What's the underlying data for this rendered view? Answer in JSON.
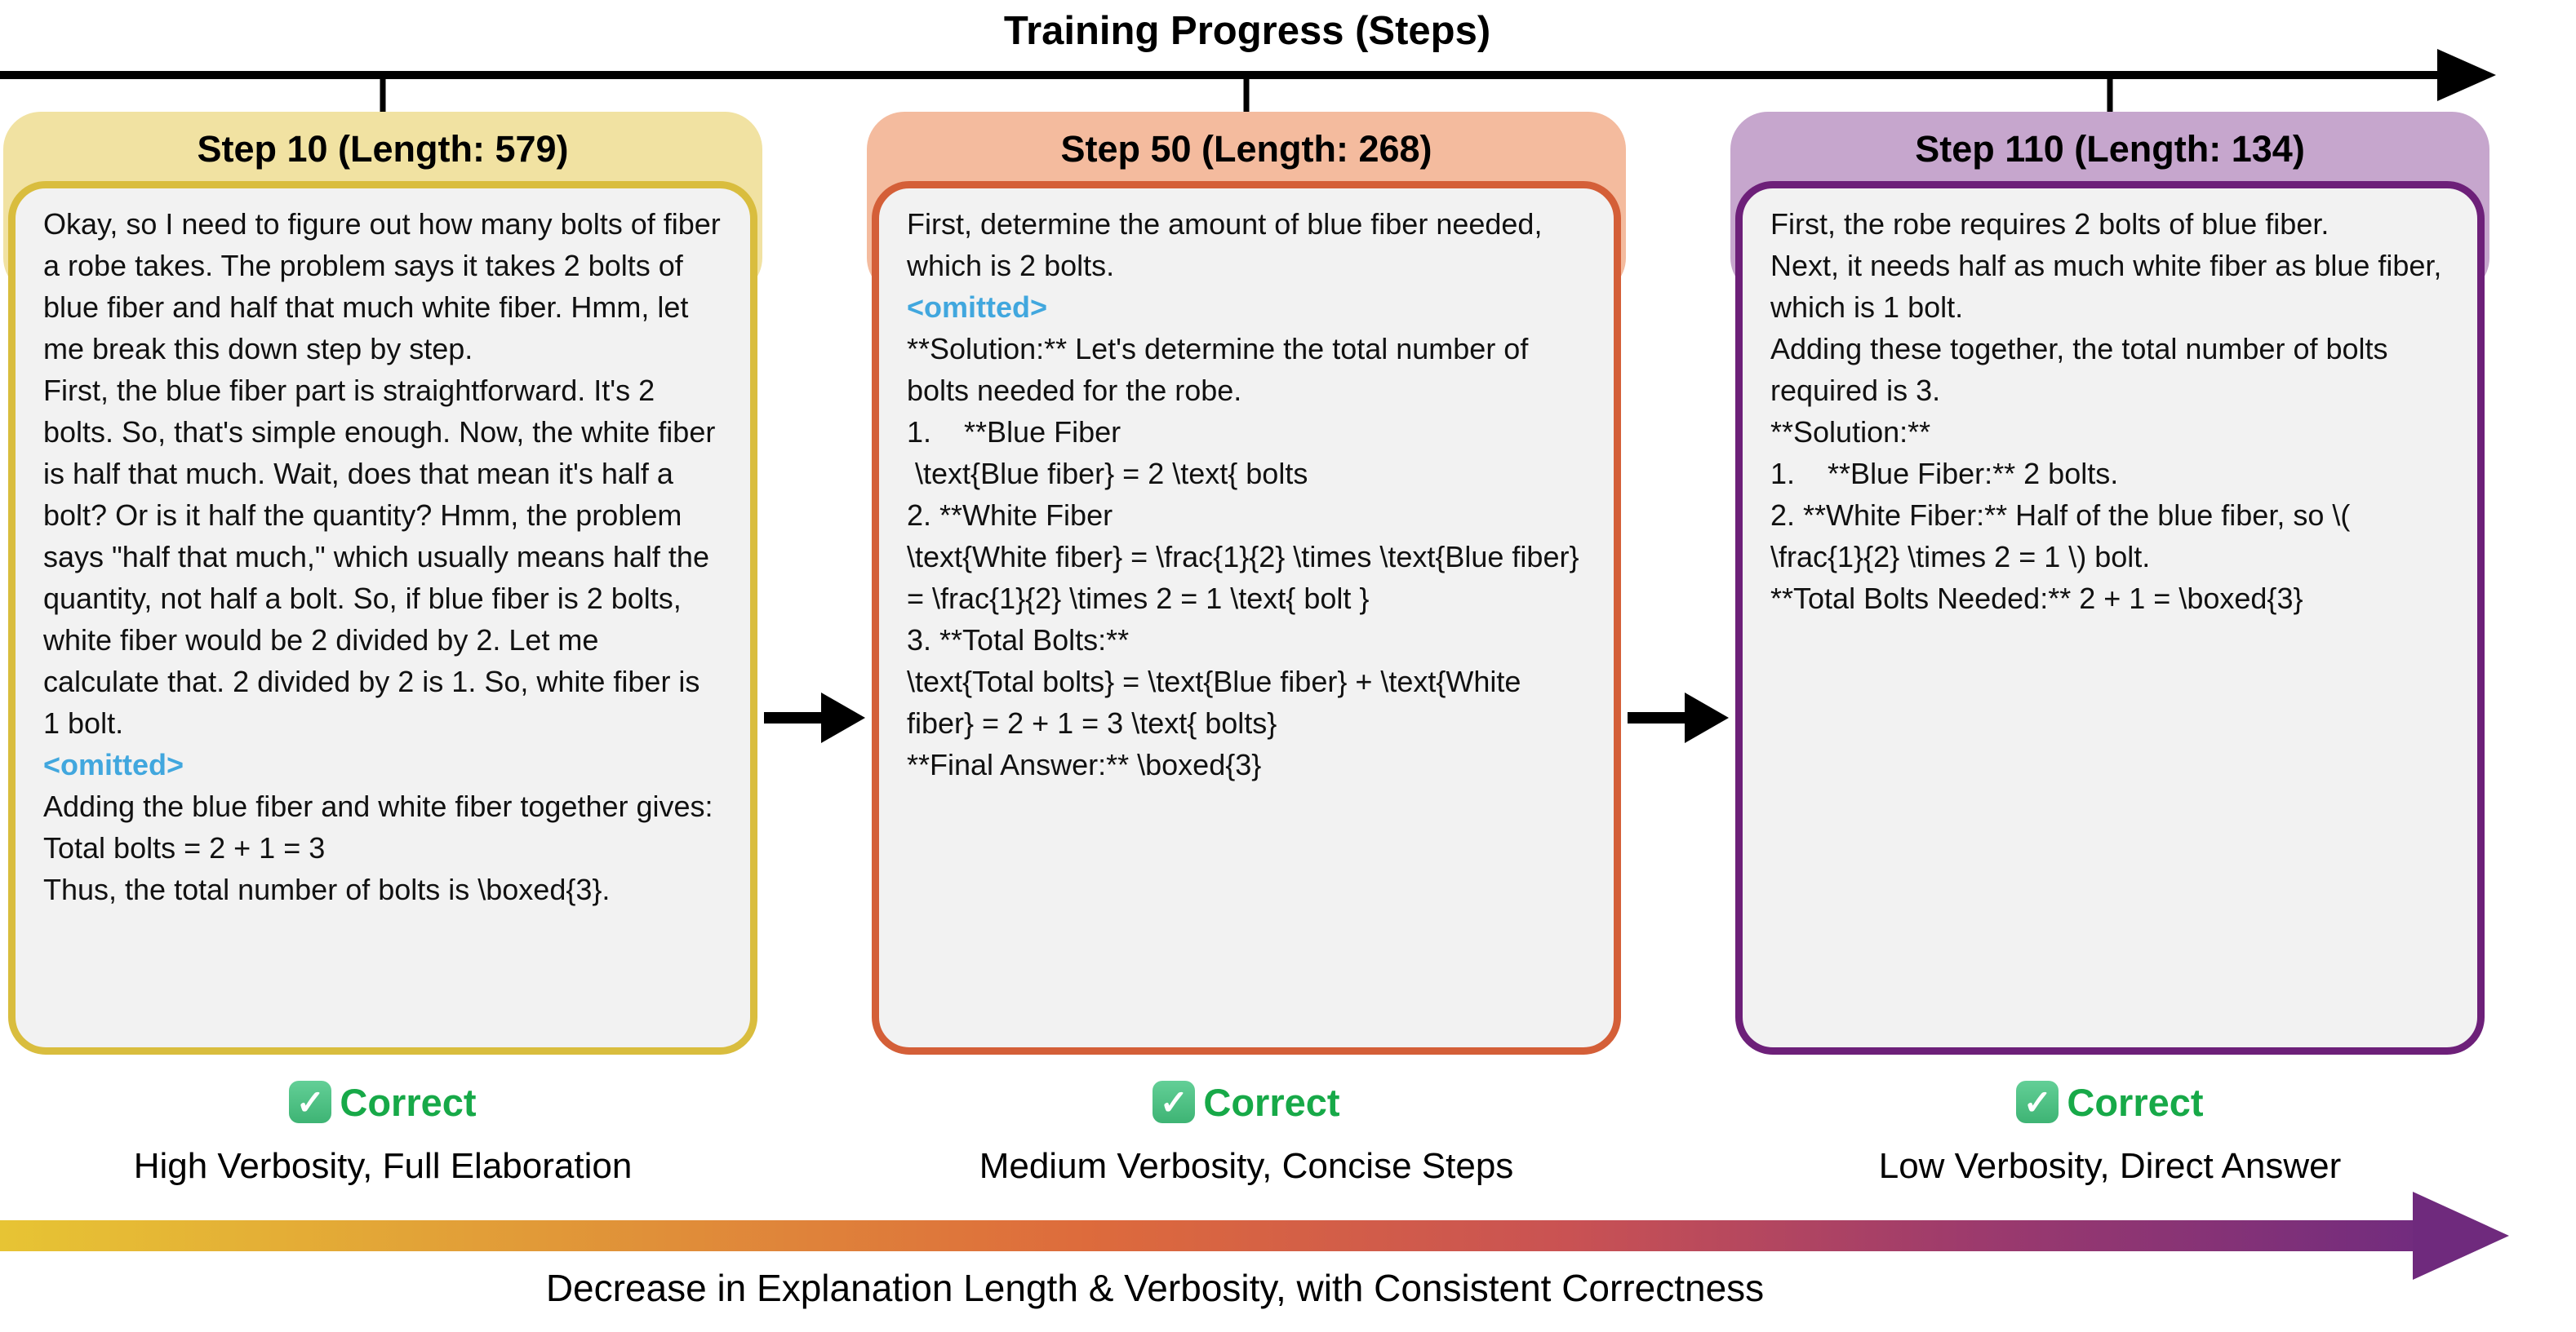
{
  "page": {
    "title": "Training Progress (Steps)",
    "bottom_caption": "Decrease in Explanation Length & Verbosity, with Consistent Correctness"
  },
  "icons": {
    "verdict_check": "✓"
  },
  "colors": {
    "timeline": "#000000",
    "omitted_text": "#41a7de",
    "verdict_text": "#17a948",
    "verdict_box": "#4ec487",
    "gradient_stops": [
      "#e7c434",
      "#e19a38",
      "#dd6b3c",
      "#c95253",
      "#9c3a6d",
      "#722c7e"
    ],
    "gradient_head": "#6f2a7d"
  },
  "panels": [
    {
      "title": "Step 10 (Length: 579)",
      "header_bg": "#f1e2a2",
      "accent": "#d9bd3e",
      "content_bg": "#f2f2f2",
      "verdict": "Correct",
      "caption": "High Verbosity, Full Elaboration",
      "segments": [
        {
          "style": "normal",
          "text": "Okay, so I need to figure out how many bolts of fiber a robe takes. The problem says it takes 2 bolts of blue fiber and half that much white fiber. Hmm, let me break this down step by step."
        },
        {
          "style": "normal",
          "text": "First, the blue fiber part is straightforward. It's 2 bolts. So, that's simple enough. Now, the white fiber is half that much. Wait, does that mean it's half a bolt? Or is it half the quantity? Hmm, the problem says \"half that much,\" which usually means half the quantity, not half a bolt. So, if blue fiber is 2 bolts, white fiber would be 2 divided by 2. Let me calculate that. 2 divided by 2 is 1. So, white fiber is 1 bolt."
        },
        {
          "style": "omitted",
          "text": "<omitted>"
        },
        {
          "style": "normal",
          "text": "Adding the blue fiber and white fiber together gives:"
        },
        {
          "style": "normal",
          "text": "Total bolts = 2 + 1 = 3"
        },
        {
          "style": "normal",
          "text": "Thus, the total number of bolts is \\boxed{3}."
        }
      ]
    },
    {
      "title": "Step 50 (Length: 268)",
      "header_bg": "#f4bb9e",
      "accent": "#d45f38",
      "content_bg": "#f2f2f2",
      "verdict": "Correct",
      "caption": "Medium Verbosity, Concise Steps",
      "segments": [
        {
          "style": "normal",
          "text": "First, determine the amount of blue fiber needed, which is 2 bolts."
        },
        {
          "style": "omitted",
          "text": "<omitted>"
        },
        {
          "style": "normal",
          "text": "**Solution:** Let's determine the total number of bolts needed for the robe."
        },
        {
          "style": "normal",
          "text": "1.    **Blue Fiber"
        },
        {
          "style": "normal",
          "text": " \\text{Blue fiber} = 2 \\text{ bolts"
        },
        {
          "style": "normal",
          "text": "2. **White Fiber"
        },
        {
          "style": "normal",
          "text": "\\text{White fiber} = \\frac{1}{2} \\times \\text{Blue fiber} = \\frac{1}{2} \\times 2 = 1 \\text{ bolt }"
        },
        {
          "style": "normal",
          "text": "3. **Total Bolts:**"
        },
        {
          "style": "normal",
          "text": "\\text{Total bolts} = \\text{Blue fiber} + \\text{White fiber} = 2 + 1 = 3 \\text{ bolts}"
        },
        {
          "style": "normal",
          "text": "**Final Answer:** \\boxed{3}"
        }
      ]
    },
    {
      "title": "Step 110 (Length: 134)",
      "header_bg": "#c6a6cd",
      "accent": "#6d2079",
      "content_bg": "#f2f2f2",
      "verdict": "Correct",
      "caption": "Low Verbosity, Direct Answer",
      "segments": [
        {
          "style": "normal",
          "text": "First, the robe requires 2 bolts of blue fiber."
        },
        {
          "style": "normal",
          "text": "Next, it needs half as much white fiber as blue fiber, which is 1 bolt."
        },
        {
          "style": "normal",
          "text": "Adding these together, the total number of bolts required is 3."
        },
        {
          "style": "normal",
          "text": "**Solution:**"
        },
        {
          "style": "normal",
          "text": "1.    **Blue Fiber:** 2 bolts."
        },
        {
          "style": "normal",
          "text": "2. **White Fiber:** Half of the blue fiber, so \\( \\frac{1}{2} \\times 2 = 1 \\) bolt."
        },
        {
          "style": "normal",
          "text": "**Total Bolts Needed:** 2 + 1 = \\boxed{3}"
        }
      ]
    }
  ]
}
